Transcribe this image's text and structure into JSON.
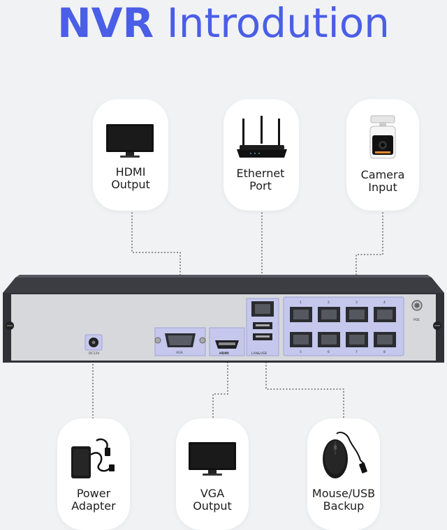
{
  "title": {
    "bold": "NVR",
    "light": "Introdution"
  },
  "top_items": [
    {
      "line1": "HDMI",
      "line2": "Output",
      "icon": "monitor-icon"
    },
    {
      "line1": "Ethernet",
      "line2": "Port",
      "icon": "router-icon"
    },
    {
      "line1": "Camera",
      "line2": "Input",
      "icon": "camera-icon"
    }
  ],
  "bottom_items": [
    {
      "line1": "Power",
      "line2": "Adapter",
      "icon": "power-adapter-icon"
    },
    {
      "line1": "VGA",
      "line2": "Output",
      "icon": "monitor-icon"
    },
    {
      "line1": "Mouse/USB",
      "line2": "Backup",
      "icon": "mouse-icon"
    }
  ],
  "panel_labels": {
    "vga": "VGA",
    "hdmi": "HDMI",
    "lan_usb": "LAN&USB",
    "poe": "POE",
    "dc": "DC12V",
    "ports": [
      "1",
      "2",
      "3",
      "4",
      "5",
      "6",
      "7",
      "8"
    ]
  },
  "colors": {
    "title": "#4a5ee6",
    "highlight": "#c5c8ec",
    "highlight_border": "#9ea3d6"
  }
}
